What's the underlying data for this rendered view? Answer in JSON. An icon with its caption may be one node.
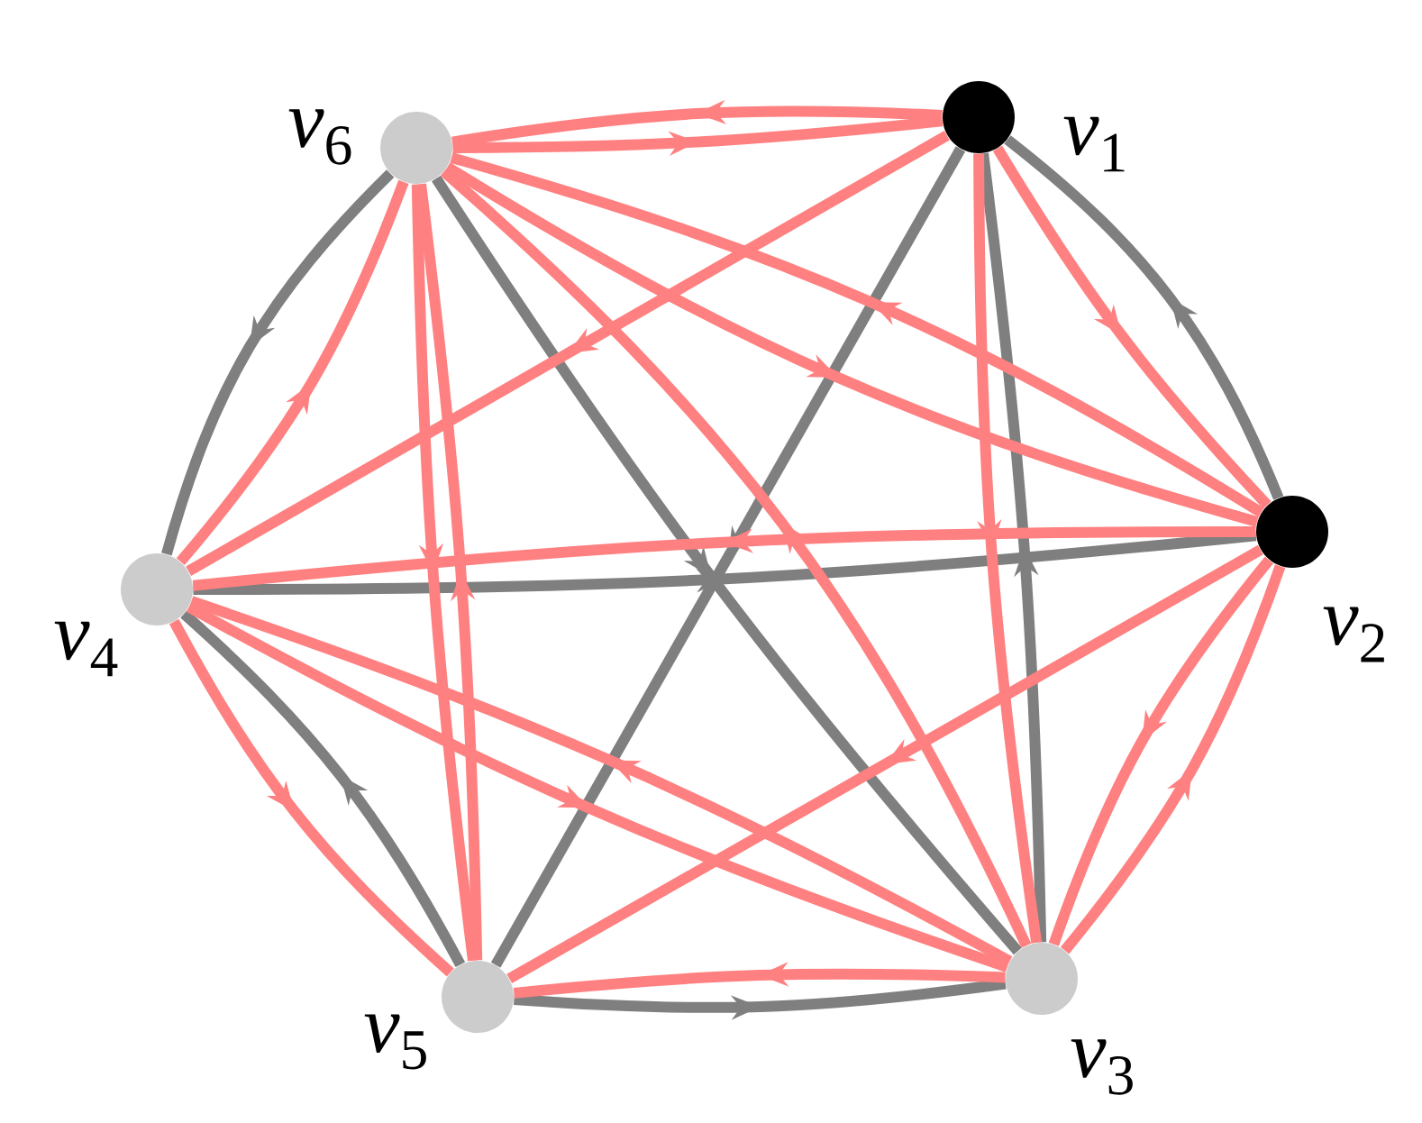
{
  "diagram": {
    "nodes": [
      {
        "text": [],
        "shape": "circle",
        "beside": [
          "*v*$_{1}$"
        ]
      },
      {
        "text": [],
        "shape": "circle",
        "beside": [
          "*v*$_{2}$"
        ]
      },
      {
        "text": [],
        "shape": "circle",
        "beside": [
          "*v*$_{3}$"
        ]
      },
      {
        "text": [],
        "shape": "circle",
        "beside": [
          "*v*$_{4}$"
        ]
      },
      {
        "text": [],
        "shape": "circle",
        "beside": [
          "*v*$_{5}$"
        ]
      },
      {
        "text": [],
        "shape": "circle",
        "beside": [
          "*v*$_{6}$"
        ]
      }
    ],
    "edges": [
      {
        "from": 1,
        "to": 0,
        "arrow": "to",
        "color": "#7f7f7f"
      },
      {
        "from": 2,
        "to": 0,
        "arrow": "to",
        "color": "#7f7f7f"
      },
      {
        "from": 0,
        "to": 4,
        "arrow": "to",
        "color": "#7f7f7f"
      },
      {
        "from": 3,
        "to": 1,
        "arrow": "to",
        "color": "#7f7f7f"
      },
      {
        "from": 5,
        "to": 2,
        "arrow": "to",
        "color": "#7f7f7f"
      },
      {
        "from": 5,
        "to": 3,
        "arrow": "to",
        "color": "#7f7f7f"
      },
      {
        "from": 4,
        "to": 3,
        "arrow": "to",
        "color": "#7f7f7f"
      },
      {
        "from": 4,
        "to": 2,
        "arrow": "to",
        "color": "#7f7f7f"
      },
      {
        "from": 0,
        "to": 5,
        "arrow": "to"
      },
      {
        "from": 5,
        "to": 0,
        "arrow": "to"
      },
      {
        "from": 1,
        "to": 5,
        "arrow": "to"
      },
      {
        "from": 5,
        "to": 1,
        "arrow": "to"
      },
      {
        "from": 0,
        "to": 3,
        "arrow": "to"
      },
      {
        "from": 0,
        "to": 1,
        "arrow": "to"
      },
      {
        "from": 0,
        "to": 2,
        "arrow": "to"
      },
      {
        "from": 2,
        "to": 5,
        "arrow": "to"
      },
      {
        "from": 3,
        "to": 5,
        "arrow": "to"
      },
      {
        "from": 4,
        "to": 5,
        "arrow": "to"
      },
      {
        "from": 5,
        "to": 4,
        "arrow": "to"
      },
      {
        "from": 1,
        "to": 3,
        "arrow": "to"
      },
      {
        "from": 2,
        "to": 3,
        "arrow": "to"
      },
      {
        "from": 3,
        "to": 2,
        "arrow": "to"
      },
      {
        "from": 1,
        "to": 4,
        "arrow": "to"
      },
      {
        "from": 3,
        "to": 4,
        "arrow": "to"
      },
      {
        "from": 1,
        "to": 2,
        "arrow": "to"
      },
      {
        "from": 2,
        "to": 1,
        "arrow": "to"
      },
      {
        "from": 2,
        "to": 4,
        "arrow": "to"
      }
    ]
  }
}
